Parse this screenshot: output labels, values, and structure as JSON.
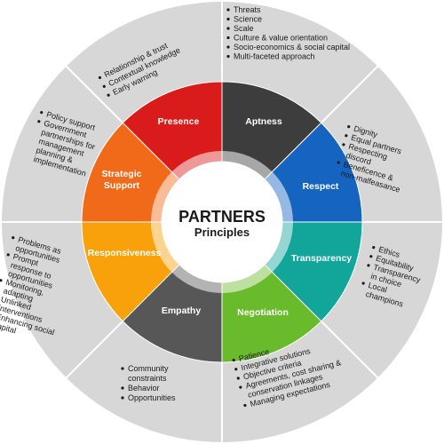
{
  "center": {
    "title": "PARTNERS",
    "subtitle": "Principles"
  },
  "colors": {
    "outer_ring": "#d7d7d7",
    "divider": "#ffffff",
    "inner_ring": "#ffffff",
    "center_text": "#1a1a1a"
  },
  "segments": [
    {
      "label": "Aptness",
      "color": "#3d3d3d",
      "items": [
        "Threats",
        "Science",
        "Scale",
        "Culture & value orientation",
        "Socio-economics & social capital",
        "Multi-faceted approach"
      ]
    },
    {
      "label": "Respect",
      "color": "#1565c0",
      "items": [
        "Dignity",
        "Equal partners",
        "Respecting discord",
        "Beneficence & non-malfeasance"
      ]
    },
    {
      "label": "Transparency",
      "color": "#12a59a",
      "items": [
        "Ethics",
        "Equitability",
        "Transparency in choice",
        "Local champions"
      ]
    },
    {
      "label": "Negotiation",
      "color": "#6abb2c",
      "items": [
        "Patience",
        "Integrative solutions",
        "Objective criteria",
        "Agreements, cost sharing & conservation linkages",
        "Managing expectations"
      ]
    },
    {
      "label": "Empathy",
      "color": "#575757",
      "items": [
        "Community constraints",
        "Behavior",
        "Opportunities"
      ]
    },
    {
      "label": "Responsiveness",
      "color": "#f9a10a",
      "items": [
        "Problems as opportunities",
        "Prompt response to opportunities",
        "Monitoring, adapting",
        "Unlinked interventions",
        "Enhancing social capital"
      ]
    },
    {
      "label": "Strategic Support",
      "color": "#f16a1a",
      "items": [
        "Policy support",
        "Government partnerships for management planning & implementation"
      ]
    },
    {
      "label": "Presence",
      "color": "#d91b1b",
      "items": [
        "Relationship & trust",
        "Contextual knowledge",
        "Early warning"
      ]
    }
  ]
}
